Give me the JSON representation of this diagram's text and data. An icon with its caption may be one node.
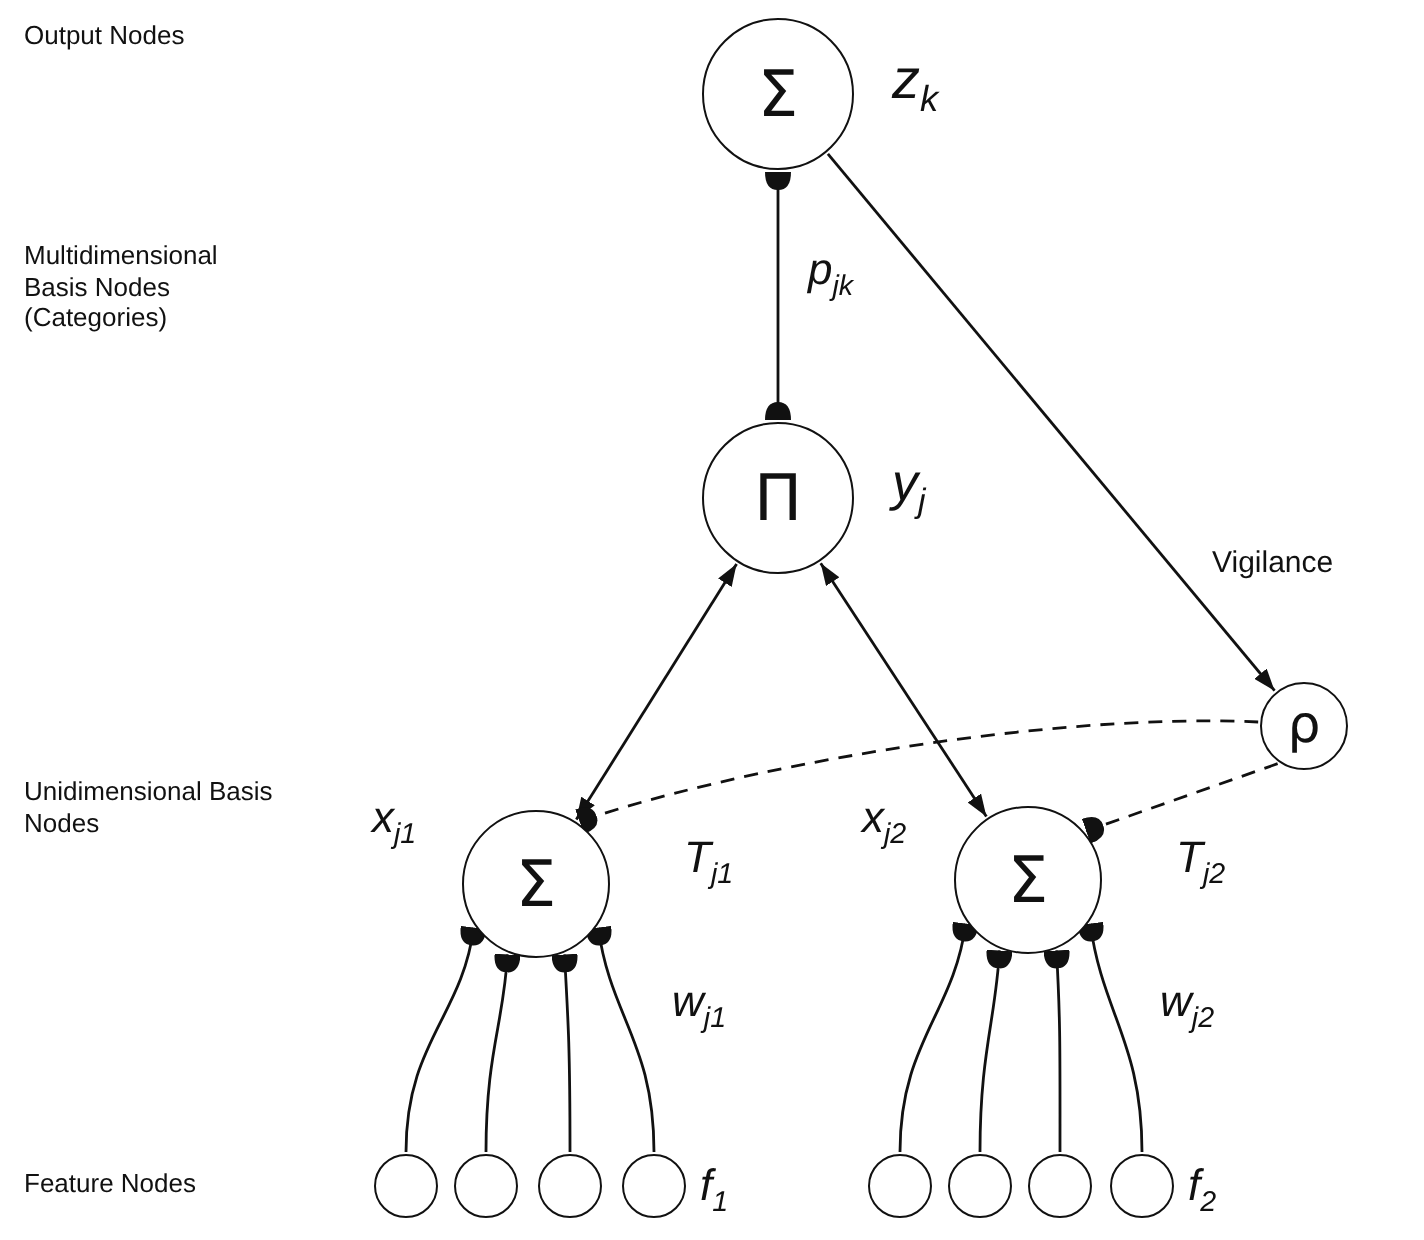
{
  "diagram": {
    "nodes": [
      {
        "text": [
          "Σ"
        ],
        "beside": [
          "z$_{k}$"
        ]
      },
      {
        "text": [
          "Π"
        ],
        "beside": [
          "y$_{j}$"
        ]
      },
      {
        "text": [
          "ρ"
        ],
        "beside": [
          "Vigilance"
        ]
      },
      {
        "text": [
          "Σ"
        ],
        "beside": [
          "x$_{j1}$",
          "w$_{j1}$"
        ]
      },
      {
        "text": [
          "Σ"
        ],
        "beside": [
          "x$_{j2}$",
          "w$_{j2}$"
        ]
      },
      {
        "text": [],
        "shape": "circle"
      },
      {
        "text": [],
        "shape": "circle"
      },
      {
        "text": [],
        "shape": "circle"
      },
      {
        "text": [],
        "shape": "circle",
        "beside": [
          "f$_{1}$"
        ]
      },
      {
        "text": [],
        "shape": "circle"
      },
      {
        "text": [],
        "shape": "circle"
      },
      {
        "text": [],
        "shape": "circle"
      },
      {
        "text": [],
        "shape": "circle",
        "beside": [
          "f$_{2}$"
        ]
      }
    ],
    "edges": [
      {
        "from": 0,
        "to": 1,
        "arrow": "other",
        "label": "p$_{jk}$"
      },
      {
        "from": 0,
        "to": 2,
        "arrow": "to"
      },
      {
        "from": 1,
        "to": 3,
        "arrow": "both"
      },
      {
        "from": 1,
        "to": 4,
        "arrow": "both"
      },
      {
        "from": 2,
        "to": 3,
        "arrow": "other",
        "style": "dashed",
        "label": "T$_{j1}$"
      },
      {
        "from": 2,
        "to": 4,
        "arrow": "other",
        "style": "dashed",
        "label": "T$_{j2}$"
      },
      {
        "from": 5,
        "to": 3,
        "arrow": "other"
      },
      {
        "from": 6,
        "to": 3,
        "arrow": "other"
      },
      {
        "from": 7,
        "to": 3,
        "arrow": "other"
      },
      {
        "from": 8,
        "to": 3,
        "arrow": "other"
      },
      {
        "from": 9,
        "to": 4,
        "arrow": "other"
      },
      {
        "from": 10,
        "to": 4,
        "arrow": "other"
      },
      {
        "from": 11,
        "to": 4,
        "arrow": "other"
      },
      {
        "from": 12,
        "to": 4,
        "arrow": "other"
      }
    ],
    "labels": [
      "Output Nodes",
      "Multidimensional Basis Nodes (Categories)",
      "Unidimensional Basis Nodes",
      "Feature Nodes"
    ]
  }
}
